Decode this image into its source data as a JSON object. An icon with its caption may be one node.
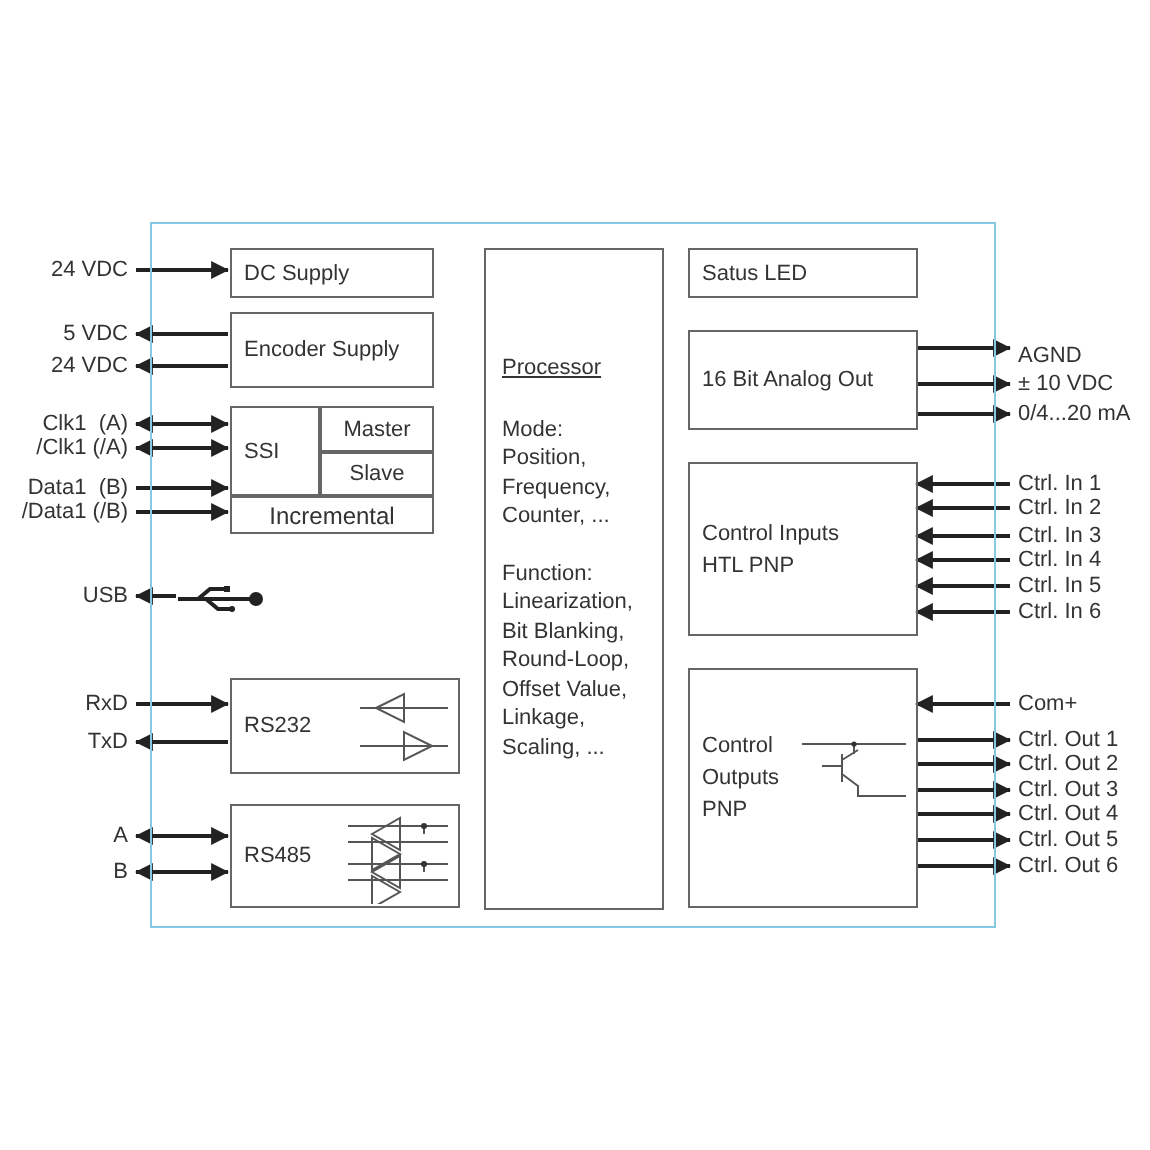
{
  "diagram": {
    "nodes": [
      {
        "text": [],
        "shape": "box"
      },
      {
        "text": [
          "DC Supply"
        ],
        "in": 0
      },
      {
        "text": [
          "Encoder Supply"
        ],
        "in": 0
      },
      {
        "text": [
          "SSI"
        ],
        "in": 0
      },
      {
        "text": [
          "Master"
        ],
        "in": 0
      },
      {
        "text": [
          "Slave"
        ],
        "in": 0
      },
      {
        "text": [
          "Incremental"
        ],
        "in": 0
      },
      {
        "text": [
          "RS232"
        ],
        "in": 0
      },
      {
        "text": [
          "RS485"
        ],
        "in": 0
      },
      {
        "text": [
          "Processor",
          "Mode: Position, Frequency, Counter, ...",
          "Function: Linearization, Bit Blanking, Round-Loop, Offset Value, Linkage, Scaling, ..."
        ],
        "in": 0
      },
      {
        "text": [
          "Satus LED"
        ],
        "in": 0
      },
      {
        "text": [
          "16 Bit Analog Out"
        ],
        "in": 0
      },
      {
        "text": [
          "Control Inputs HTL PNP"
        ],
        "in": 0
      },
      {
        "text": [
          "Control Outputs PNP"
        ],
        "in": 0
      },
      {
        "text": [
          "24 VDC"
        ]
      },
      {
        "text": [
          "5 VDC"
        ]
      },
      {
        "text": [
          "24 VDC"
        ]
      },
      {
        "text": [
          "Clk1  (A)"
        ]
      },
      {
        "text": [
          "/Clk1 (/A)"
        ]
      },
      {
        "text": [
          "Data1  (B)"
        ]
      },
      {
        "text": [
          "/Data1 (/B)"
        ]
      },
      {
        "text": [
          "USB"
        ]
      },
      {
        "text": [],
        "shape": "symbol",
        "in": 0
      },
      {
        "text": [
          "RxD"
        ]
      },
      {
        "text": [
          "TxD"
        ]
      },
      {
        "text": [
          "A"
        ]
      },
      {
        "text": [
          "B"
        ]
      },
      {
        "text": [
          "AGND"
        ]
      },
      {
        "text": [
          "± 10 VDC"
        ]
      },
      {
        "text": [
          "0/4...20 mA"
        ]
      },
      {
        "text": [
          "Ctrl. In 1"
        ]
      },
      {
        "text": [
          "Ctrl. In 2"
        ]
      },
      {
        "text": [
          "Ctrl. In 3"
        ]
      },
      {
        "text": [
          "Ctrl. In 4"
        ]
      },
      {
        "text": [
          "Ctrl. In 5"
        ]
      },
      {
        "text": [
          "Ctrl. In 6"
        ]
      },
      {
        "text": [
          "Com+"
        ]
      },
      {
        "text": [
          "Ctrl. Out 1"
        ]
      },
      {
        "text": [
          "Ctrl. Out 2"
        ]
      },
      {
        "text": [
          "Ctrl. Out 3"
        ]
      },
      {
        "text": [
          "Ctrl. Out 4"
        ]
      },
      {
        "text": [
          "Ctrl. Out 5"
        ]
      },
      {
        "text": [
          "Ctrl. Out 6"
        ]
      }
    ],
    "edges": [
      {
        "from": 14,
        "to": 1,
        "arrow": "to"
      },
      {
        "from": 2,
        "to": 15,
        "arrow": "to"
      },
      {
        "from": 2,
        "to": 16,
        "arrow": "to"
      },
      {
        "from": 17,
        "to": 3,
        "arrow": "both"
      },
      {
        "from": 18,
        "to": 3,
        "arrow": "both"
      },
      {
        "from": 19,
        "to": 3,
        "arrow": "to"
      },
      {
        "from": 20,
        "to": 6,
        "arrow": "to"
      },
      {
        "from": 22,
        "to": 21,
        "arrow": "to"
      },
      {
        "from": 23,
        "to": 7,
        "arrow": "to"
      },
      {
        "from": 7,
        "to": 24,
        "arrow": "to"
      },
      {
        "from": 25,
        "to": 8,
        "arrow": "both"
      },
      {
        "from": 26,
        "to": 8,
        "arrow": "both"
      },
      {
        "from": 11,
        "to": 27,
        "arrow": "to"
      },
      {
        "from": 11,
        "to": 28,
        "arrow": "to"
      },
      {
        "from": 11,
        "to": 29,
        "arrow": "to"
      },
      {
        "from": 30,
        "to": 12,
        "arrow": "to"
      },
      {
        "from": 31,
        "to": 12,
        "arrow": "to"
      },
      {
        "from": 32,
        "to": 12,
        "arrow": "to"
      },
      {
        "from": 33,
        "to": 12,
        "arrow": "to"
      },
      {
        "from": 34,
        "to": 12,
        "arrow": "to"
      },
      {
        "from": 35,
        "to": 12,
        "arrow": "to"
      },
      {
        "from": 36,
        "to": 13,
        "arrow": "to"
      },
      {
        "from": 13,
        "to": 37,
        "arrow": "to"
      },
      {
        "from": 13,
        "to": 38,
        "arrow": "to"
      },
      {
        "from": 13,
        "to": 39,
        "arrow": "to"
      },
      {
        "from": 13,
        "to": 40,
        "arrow": "to"
      },
      {
        "from": 13,
        "to": 41,
        "arrow": "to"
      },
      {
        "from": 13,
        "to": 42,
        "arrow": "to"
      }
    ]
  }
}
